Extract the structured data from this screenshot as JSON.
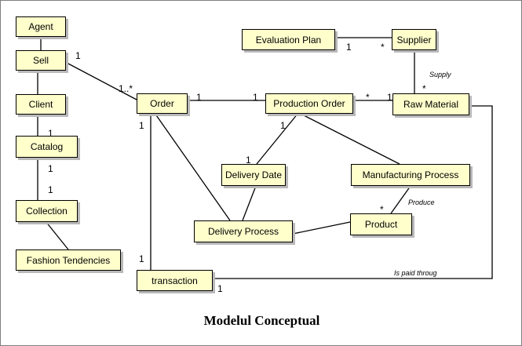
{
  "caption": "Modelul Conceptual",
  "colors": {
    "class_fill": "#ffffcc",
    "border": "#000000",
    "line": "#000000",
    "shadow": "#b9b9b9"
  },
  "classes": {
    "agent": "Agent",
    "sell": "Sell",
    "client": "Client",
    "catalog": "Catalog",
    "collection": "Collection",
    "fashion_tendencies": "Fashion Tendencies",
    "order": "Order",
    "transaction": "transaction",
    "production_order": "Production Order",
    "evaluation_plan": "Evaluation Plan",
    "supplier": "Supplier",
    "raw_material": "Raw Material",
    "delivery_date": "Delivery Date",
    "manufacturing_process": "Manufacturing Process",
    "delivery_process": "Delivery Process",
    "product": "Product"
  },
  "multiplicities": {
    "sell_order_sell": "1",
    "sell_order_order": "1..*",
    "order_production_order_left": "1",
    "order_production_order_right": "1",
    "production_order_raw_material_left": "*",
    "production_order_raw_material_right": "1",
    "evaluation_plan_supplier_left": "1",
    "evaluation_plan_supplier_right": "*",
    "supplier_raw_material": "*",
    "order_bottom": "1",
    "client_catalog": "1",
    "catalog_collection_top": "1",
    "catalog_collection_bottom": "1",
    "production_order_delivery_top": "1",
    "delivery_date_top": "1",
    "transaction_top": "1",
    "transaction_bottom": "1",
    "product_star": "*"
  },
  "role_labels": {
    "supply": "Supply",
    "produce": "Produce",
    "is_paid_through": "Is paid throug"
  }
}
